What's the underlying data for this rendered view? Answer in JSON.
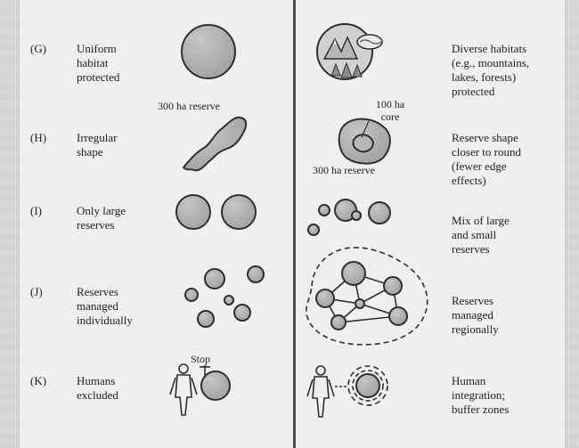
{
  "rows": [
    {
      "letter": "(G)",
      "left_label": "Uniform\nhabitat\nprotected",
      "right_label": "Diverse habitats\n(e.g., mountains,\nlakes, forests)\nprotected"
    },
    {
      "letter": "(H)",
      "left_label": "Irregular\nshape",
      "right_label": "Reserve shape\ncloser to round\n(fewer edge\neffects)"
    },
    {
      "letter": "(I)",
      "left_label": "Only large\nreserves",
      "right_label": "Mix of large\nand small\nreserves"
    },
    {
      "letter": "(J)",
      "left_label": "Reserves\nmanaged\nindividually",
      "right_label": "Reserves\nmanaged\nregionally"
    },
    {
      "letter": "(K)",
      "left_label": "Humans\nexcluded",
      "right_label": "Human\nintegration;\nbuffer zones"
    }
  ],
  "annotations": {
    "left_h": "300 ha reserve",
    "right_h_core": "100 ha\ncore",
    "right_h_reserve": "300 ha reserve",
    "stop": "Stop"
  },
  "colors": {
    "reserve_fill": "#a9a7a8",
    "stroke": "#2f2f2f",
    "panel_bg": "#f1efee",
    "divider": "#4c4c4c"
  }
}
